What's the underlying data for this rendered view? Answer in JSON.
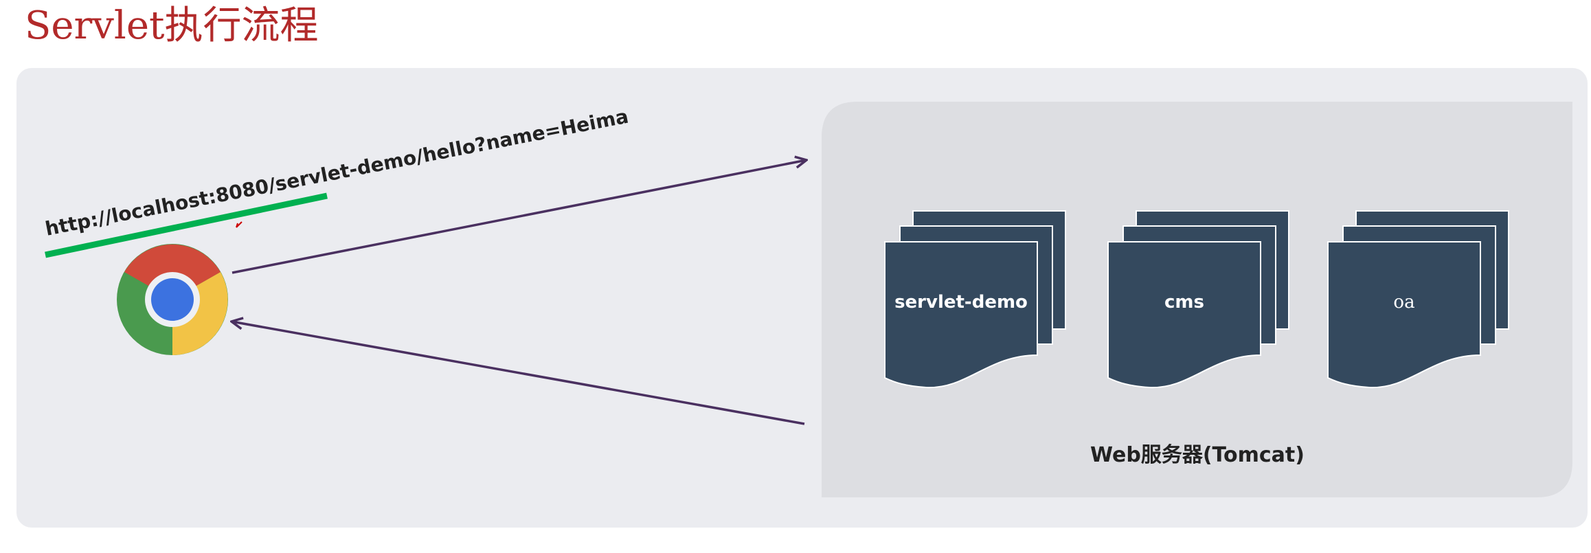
{
  "title": "Servlet执行流程",
  "browser": {
    "icon": "chrome-browser-icon",
    "url": "http://localhost:8080/servlet-demo/hello?name=Heima"
  },
  "server": {
    "label": "Web服务器(Tomcat)",
    "apps": [
      {
        "label": "servlet-demo"
      },
      {
        "label": "cms"
      },
      {
        "label": "oa"
      }
    ]
  },
  "colors": {
    "title": "#b22a2a",
    "outer_panel": "#ebecf0",
    "inner_panel": "#dddee2",
    "doc": "#34495e",
    "arrow": "#4a3060",
    "underline": "#00b050"
  }
}
